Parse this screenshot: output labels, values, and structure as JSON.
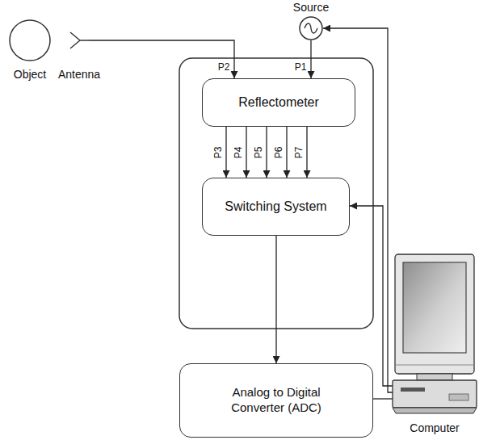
{
  "diagram": {
    "nodes": [
      {
        "text": [
          "Object"
        ]
      },
      {
        "text": [
          "Antenna"
        ]
      },
      {
        "text": [
          "Source"
        ]
      },
      {
        "text": [
          "Reflectometer"
        ]
      },
      {
        "text": [
          "Switching System"
        ]
      },
      {
        "text": [
          "Analog to Digital Converter (ADC)"
        ]
      },
      {
        "text": [
          "Computer"
        ]
      }
    ],
    "edges": [
      {
        "from": 1,
        "to": 3,
        "arrow": "to",
        "label": "P2"
      },
      {
        "from": 2,
        "to": 3,
        "arrow": "to",
        "label": "P1"
      },
      {
        "from": 3,
        "to": 4,
        "arrow": "to",
        "label": "P3"
      },
      {
        "from": 3,
        "to": 4,
        "arrow": "to",
        "label": "P4"
      },
      {
        "from": 3,
        "to": 4,
        "arrow": "to",
        "label": "P5"
      },
      {
        "from": 3,
        "to": 4,
        "arrow": "to",
        "label": "P6"
      },
      {
        "from": 3,
        "to": 4,
        "arrow": "to",
        "label": "P7"
      },
      {
        "from": 4,
        "to": 5,
        "arrow": "to"
      },
      {
        "from": 5,
        "to": 6,
        "arrow": "none"
      },
      {
        "from": 6,
        "to": 4,
        "arrow": "to"
      },
      {
        "from": 6,
        "to": 2,
        "arrow": "to"
      }
    ]
  }
}
